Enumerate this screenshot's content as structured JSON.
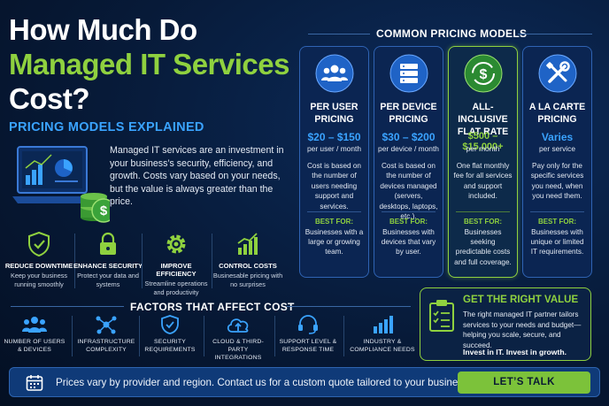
{
  "title": {
    "line1": "How Much Do",
    "line2": "Managed IT Services",
    "line3": "Cost?"
  },
  "explained": {
    "heading": "PRICING MODELS EXPLAINED",
    "intro": "Managed IT services are an investment in your business’s security, efficiency, and growth. Costs vary based on your needs, but the value is always greater than the price."
  },
  "benefits": [
    {
      "icon": "shield-check-icon",
      "title": "REDUCE DOWNTIME",
      "desc": "Keep your business running smoothly"
    },
    {
      "icon": "lock-icon",
      "title": "ENHANCE SECURITY",
      "desc": "Protect your data and systems"
    },
    {
      "icon": "gear-icon",
      "title": "IMPROVE EFFICIENCY",
      "desc": "Streamline operations and productivity"
    },
    {
      "icon": "bar-chart-icon",
      "title": "CONTROL COSTS",
      "desc": "Businesable pricing with no surprises"
    }
  ],
  "models": {
    "heading": "COMMON PRICING MODELS",
    "best_for_label": "BEST FOR:",
    "cards": [
      {
        "icon": "users-icon",
        "name": "PER USER PRICING",
        "price": "$20 – $150",
        "unit": "per user / month",
        "desc": "Cost is based on the number of users needing support and services.",
        "best_for": "Businesses with a large or growing team."
      },
      {
        "icon": "server-icon",
        "name": "PER DEVICE PRICING",
        "price": "$30 – $200",
        "unit": "per device / month",
        "desc": "Cost is based on the number of devices managed (servers, desktops, laptops, etc.).",
        "best_for": "Businesses with devices that vary by user."
      },
      {
        "icon": "dollar-cycle-icon",
        "name": "ALL-INCLUSIVE FLAT RATE",
        "price": "$500 – $15,000+",
        "unit": "per month",
        "desc": "One flat monthly fee for all services and support included.",
        "best_for": "Businesses seeking predictable costs and full coverage."
      },
      {
        "icon": "tools-icon",
        "name": "A LA CARTE PRICING",
        "price": "Varies",
        "unit": "per service",
        "desc": "Pay only for the specific services you need, when you need them.",
        "best_for": "Businesses with unique or limited IT requirements."
      }
    ]
  },
  "factors": {
    "heading": "FACTORS THAT AFFECT COST",
    "items": [
      {
        "icon": "users-icon",
        "label": "NUMBER OF USERS & DEVICES"
      },
      {
        "icon": "network-icon",
        "label": "INFRASTRUCTURE COMPLEXITY"
      },
      {
        "icon": "shield-check-icon",
        "label": "SECURITY REQUIREMENTS"
      },
      {
        "icon": "cloud-upload-icon",
        "label": "CLOUD & THIRD-PARTY INTEGRATIONS"
      },
      {
        "icon": "headset-icon",
        "label": "SUPPORT LEVEL & RESPONSE TIME"
      },
      {
        "icon": "industry-icon",
        "label": "INDUSTRY & COMPLIANCE NEEDS"
      }
    ]
  },
  "right_value": {
    "title": "GET THE RIGHT VALUE",
    "desc": "The right managed IT partner tailors services to your needs and budget—helping you scale, secure, and succeed.",
    "slogan": "Invest in IT. Invest in growth."
  },
  "bottom": {
    "message": "Prices vary by provider and region. Contact us for a custom quote tailored to your business.",
    "cta": "LET’S TALK"
  },
  "colors": {
    "accent_green": "#8fd13f",
    "accent_blue": "#3aa3ff",
    "background": "#06152d"
  }
}
